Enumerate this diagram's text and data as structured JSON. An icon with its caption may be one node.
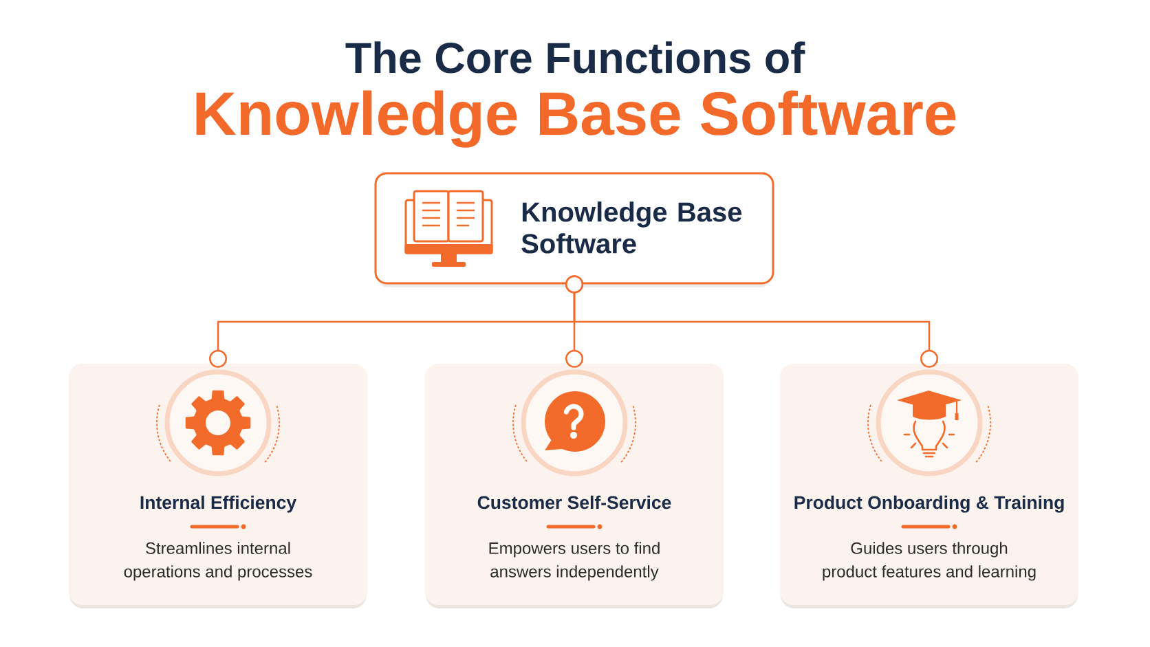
{
  "diagram": {
    "title": "The Core Functions of",
    "nodes": [
      {
        "text": [
          "Knowledge Base Software"
        ]
      },
      {
        "text": [
          "Internal Efficiency",
          "Streamlines internal operations and processes"
        ]
      },
      {
        "text": [
          "Customer Self-Service",
          "Empowers users to find answers independently"
        ]
      },
      {
        "text": [
          "Product Onboarding & Training",
          "Guides users through product features and learning"
        ]
      }
    ],
    "edges": [
      {
        "from": 0,
        "to": 1,
        "arrow": "other"
      },
      {
        "from": 0,
        "to": 2,
        "arrow": "other"
      },
      {
        "from": 0,
        "to": 3,
        "arrow": "other"
      }
    ],
    "labels": [
      "Knowledge Base Software"
    ]
  }
}
